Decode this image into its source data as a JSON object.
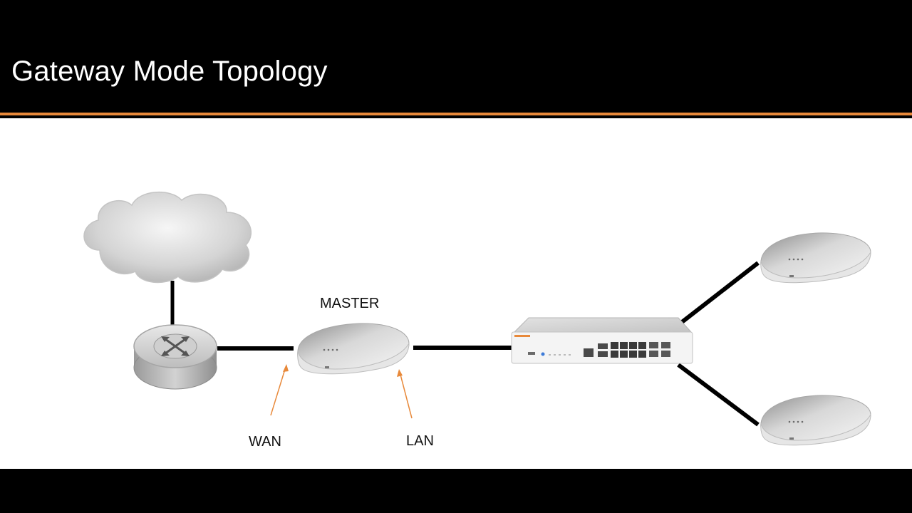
{
  "slide": {
    "title": "Gateway Mode Topology"
  },
  "diagram": {
    "labels": {
      "master": "MASTER",
      "wan": "WAN",
      "lan": "LAN"
    },
    "nodes": [
      {
        "id": "cloud",
        "icon": "cloud-icon"
      },
      {
        "id": "router",
        "icon": "router-icon"
      },
      {
        "id": "master-ap",
        "icon": "access-point-icon"
      },
      {
        "id": "switch",
        "icon": "switch-icon"
      },
      {
        "id": "ap-top",
        "icon": "access-point-icon"
      },
      {
        "id": "ap-bottom",
        "icon": "access-point-icon"
      }
    ],
    "links": [
      {
        "from": "cloud",
        "to": "router"
      },
      {
        "from": "router",
        "to": "master-ap"
      },
      {
        "from": "master-ap",
        "to": "switch"
      },
      {
        "from": "switch",
        "to": "ap-top"
      },
      {
        "from": "switch",
        "to": "ap-bottom"
      }
    ],
    "colors": {
      "accent": "#e8893a",
      "link": "#000000"
    }
  }
}
